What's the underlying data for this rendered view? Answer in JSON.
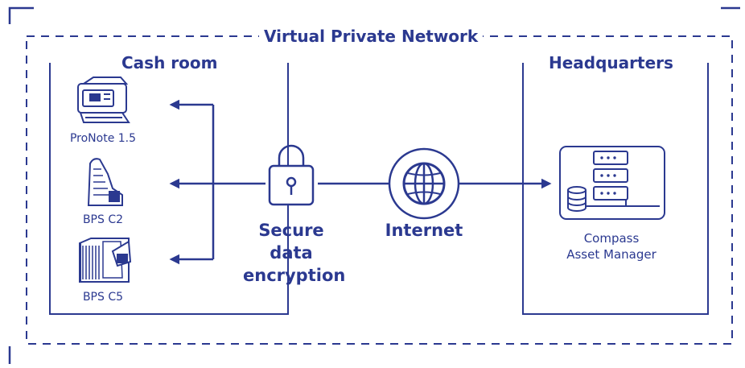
{
  "title": "Virtual Private Network",
  "cash_room": {
    "label": "Cash room",
    "devices": [
      {
        "label": "ProNote 1.5",
        "icon": "banknote-counter-icon"
      },
      {
        "label": "BPS C2",
        "icon": "banknote-sorter-c2-icon"
      },
      {
        "label": "BPS C5",
        "icon": "banknote-sorter-c5-icon"
      }
    ]
  },
  "encryption": {
    "label_lines": [
      "Secure",
      "data",
      "encryption"
    ],
    "icon": "padlock-icon"
  },
  "internet": {
    "label": "Internet",
    "icon": "globe-icon"
  },
  "headquarters": {
    "label": "Headquarters",
    "server": {
      "label_lines": [
        "Compass",
        "Asset Manager"
      ],
      "icon": "server-database-icon"
    }
  },
  "colors": {
    "primary": "#2b3990",
    "background": "#ffffff"
  }
}
